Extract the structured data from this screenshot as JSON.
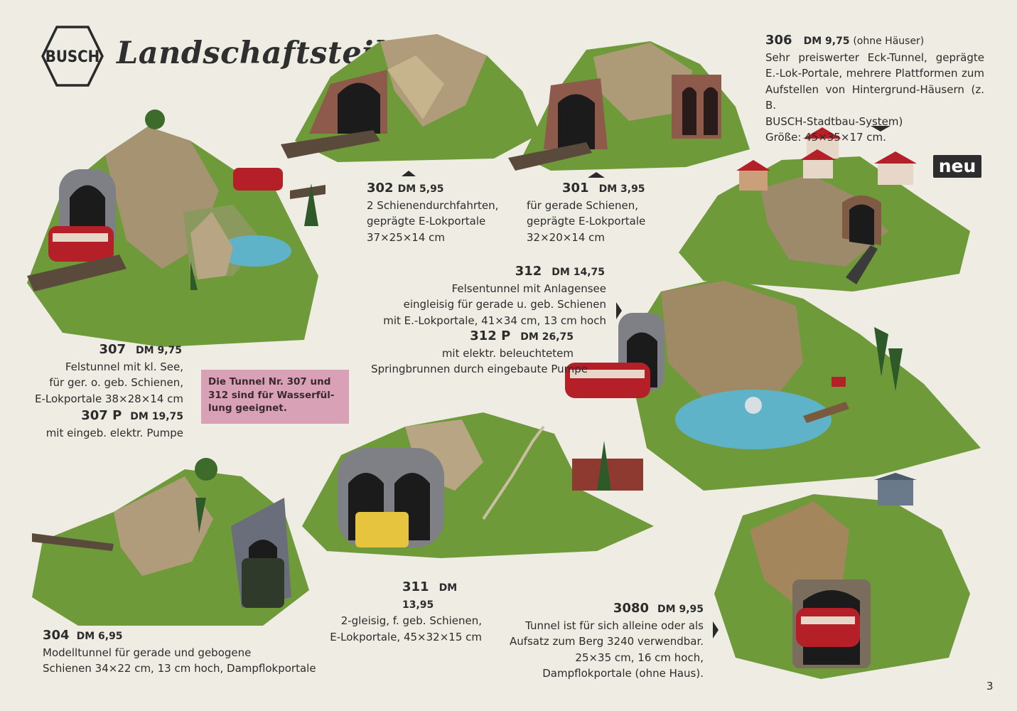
{
  "header": {
    "logo_text": "BUSCH",
    "title": "Landschaftsteile",
    "badge_new": "neu",
    "page_number": "3"
  },
  "products": {
    "p306": {
      "number": "306",
      "price": "DM 9,75",
      "price_note": "(ohne Häuser)",
      "lines": [
        "Sehr preiswerter Eck-Tunnel, geprägte",
        "E.-Lok-Portale, mehrere Plattformen zum",
        "Aufstellen von Hintergrund-Häusern (z. B.",
        "BUSCH-Stadtbau-System)",
        "Größe: 45×35×17 cm."
      ]
    },
    "p302": {
      "number": "302",
      "price": "DM 5,95",
      "lines": [
        "2 Schienendurchfahrten,",
        "geprägte E-Lokportale",
        "37×25×14 cm"
      ]
    },
    "p301": {
      "number": "301",
      "price": "DM 3,95",
      "lines": [
        "für gerade Schienen,",
        "geprägte E-Lokportale",
        "32×20×14 cm"
      ]
    },
    "p312": {
      "number": "312",
      "price": "DM 14,75",
      "lines": [
        "Felsentunnel mit Anlagensee",
        "eingleisig für gerade u. geb. Schienen",
        "mit E.-Lokportale, 41×34 cm, 13 cm hoch"
      ]
    },
    "p312p": {
      "number": "312 P",
      "price": "DM 26,75",
      "lines": [
        "mit elektr. beleuchtetem",
        "Springbrunnen durch eingebaute Pumpe"
      ]
    },
    "p307": {
      "number": "307",
      "price": "DM 9,75",
      "lines": [
        "Felstunnel mit kl. See,",
        "für ger. o. geb. Schienen,",
        "E-Lokportale 38×28×14 cm"
      ]
    },
    "p307p": {
      "number": "307 P",
      "price": "DM 19,75",
      "lines": [
        "mit eingeb. elektr. Pumpe"
      ]
    },
    "p311": {
      "number": "311",
      "price": "DM 13,95",
      "lines": [
        "2-gleisig, f. geb. Schienen,",
        "E-Lokportale, 45×32×15 cm"
      ]
    },
    "p304": {
      "number": "304",
      "price": "DM 6,95",
      "lines": [
        "Modelltunnel für gerade und gebogene",
        "Schienen 34×22 cm, 13 cm hoch, Dampflokportale"
      ]
    },
    "p3080": {
      "number": "3080",
      "price": "DM 9,95",
      "lines": [
        "Tunnel ist für sich alleine oder als",
        "Aufsatz zum Berg 3240 verwendbar.",
        "25×35 cm, 16 cm hoch,",
        "Dampflokportale (ohne Haus)."
      ]
    }
  },
  "info_box": {
    "lines": [
      "Die Tunnel Nr. 307 und",
      "312 sind für Wasserfül-",
      "lung geeignet."
    ]
  },
  "colors": {
    "background": "#efece3",
    "info_box": "#d9a1b6",
    "grass": "#6f9a3a",
    "rock": "#9c8a6a",
    "water": "#5fb3c9",
    "train_red": "#b51f28"
  }
}
